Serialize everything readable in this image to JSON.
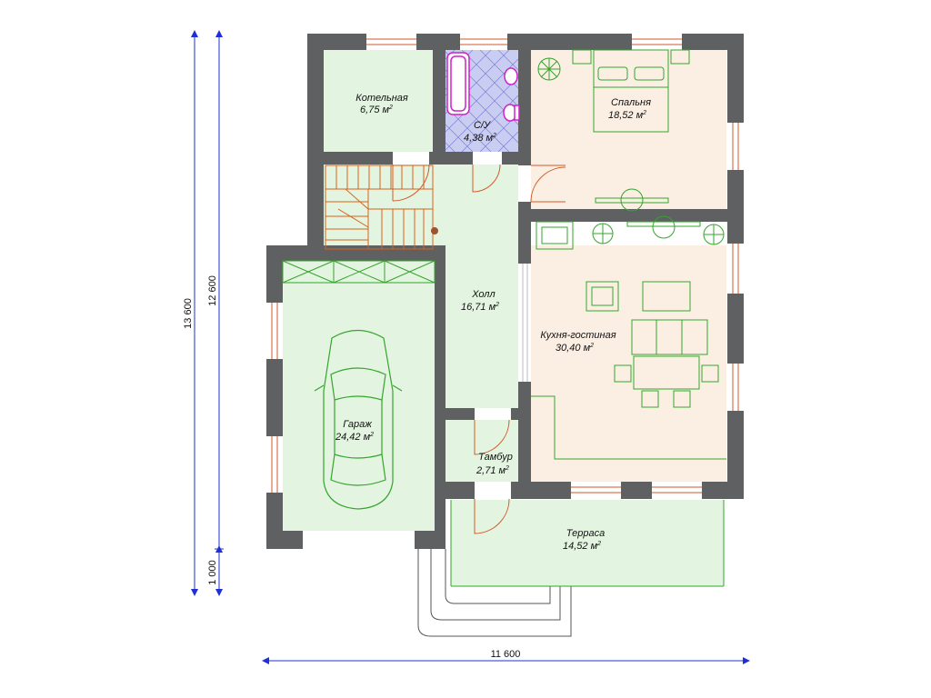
{
  "colors": {
    "wall": "#5f6062",
    "green_room": "#e3f5e0",
    "beige_room": "#fbefe3",
    "bath_tile": "#c9cdf1",
    "window": "#d25a2a",
    "furniture": "#35a52d",
    "stairs": "#d4621d",
    "dimension": "#1f2fd6"
  },
  "rooms": {
    "boiler": {
      "name": "Котельная",
      "area": "6,75 м",
      "unit_sup": "2"
    },
    "bathroom": {
      "name": "С/У",
      "area": "4,38 м",
      "unit_sup": "2"
    },
    "bedroom": {
      "name": "Спальня",
      "area": "18,52 м",
      "unit_sup": "2"
    },
    "hall": {
      "name": "Холл",
      "area": "16,71 м",
      "unit_sup": "2"
    },
    "kitchen_living": {
      "name": "Кухня-гостиная",
      "area": "30,40 м",
      "unit_sup": "2"
    },
    "garage": {
      "name": "Гараж",
      "area": "24,42 м",
      "unit_sup": "2"
    },
    "vestibule": {
      "name": "Тамбур",
      "area": "2,71 м",
      "unit_sup": "2"
    },
    "terrace": {
      "name": "Терраса",
      "area": "14,52 м",
      "unit_sup": "2"
    }
  },
  "dimensions": {
    "total_height": "13 600",
    "main_height": "12 600",
    "porch_depth": "1 000",
    "total_width": "11 600"
  }
}
